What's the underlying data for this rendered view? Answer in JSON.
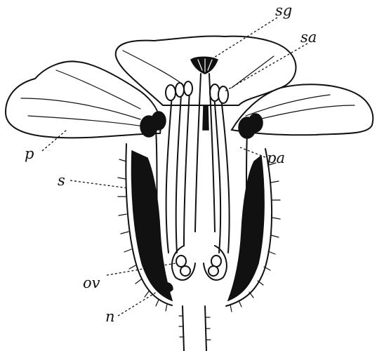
{
  "labels": {
    "sg": "sg",
    "sa": "sa",
    "p": "p",
    "pa": "pa",
    "s": "s",
    "ov": "ov",
    "n": "n"
  }
}
